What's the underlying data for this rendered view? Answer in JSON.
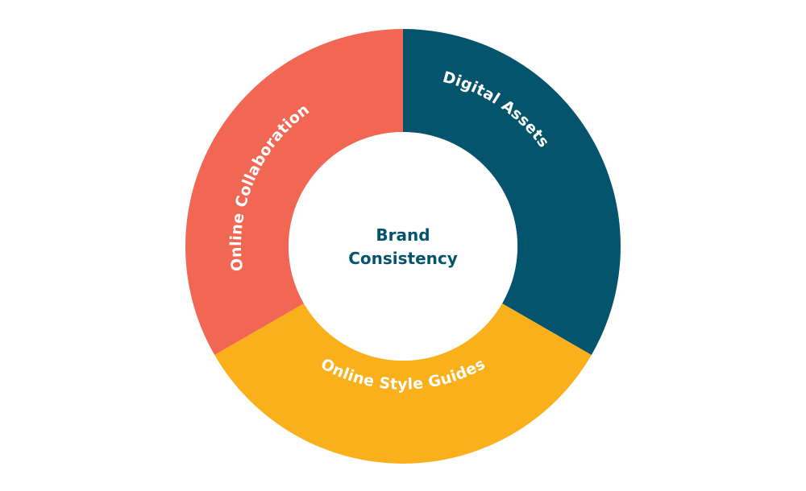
{
  "diagram": {
    "type": "donut-cycle",
    "center": {
      "line1": "Brand",
      "line2": "Consistency",
      "color": "#04546d"
    },
    "segments": [
      {
        "label": "Digital Assets",
        "color": "#04546d",
        "position": "top-right"
      },
      {
        "label": "Online Style Guides",
        "color": "#f9b01b",
        "position": "bottom"
      },
      {
        "label": "Online Collaboration",
        "color": "#f16754",
        "position": "top-left"
      }
    ]
  }
}
